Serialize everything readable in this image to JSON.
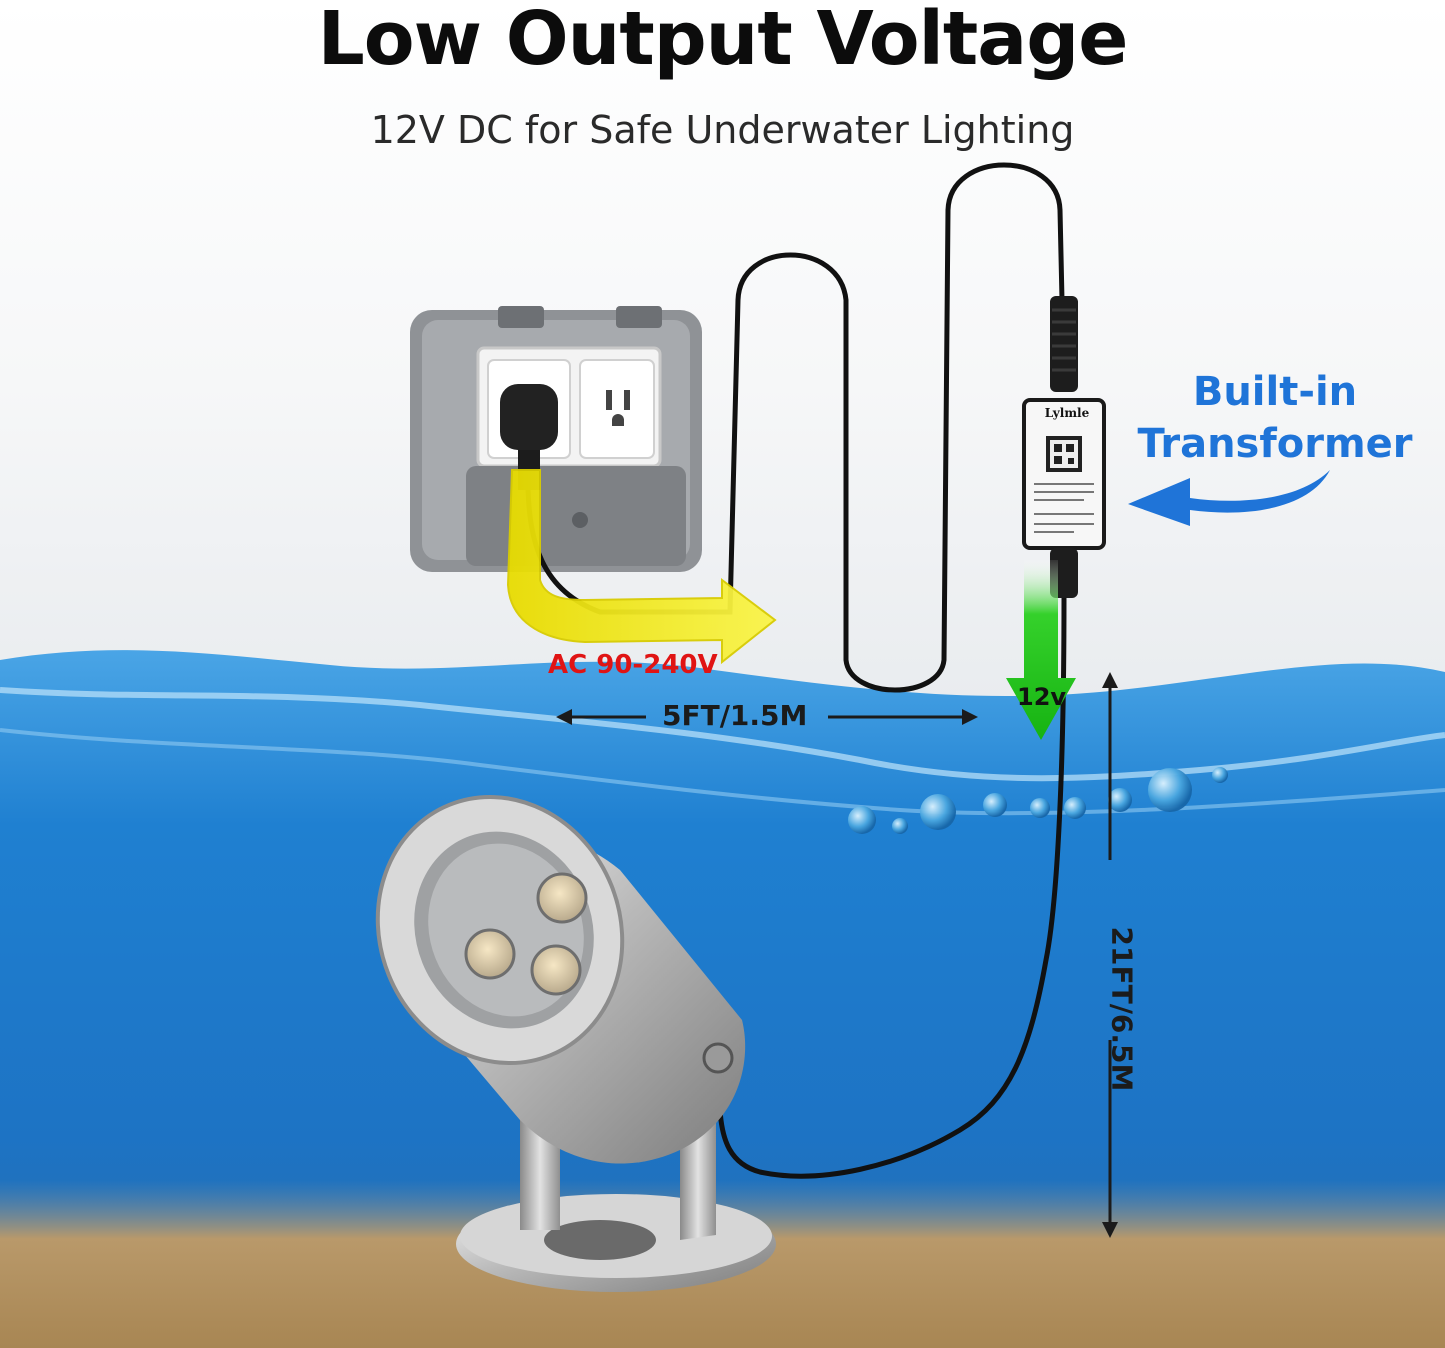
{
  "header": {
    "title": "Low Output Voltage",
    "subtitle": "12V DC for Safe Underwater Lighting"
  },
  "labels": {
    "built_in_line1": "Built-in",
    "built_in_line2": "Transformer",
    "ac_voltage": "AC 90-240V",
    "cable_length_top": "5FT/1.5M",
    "output_voltage": "12v",
    "cable_length_side": "21FT/6.5M",
    "brand": "Lylmle"
  },
  "colors": {
    "built_in_text": "#1f74d8",
    "ac_text": "#e01414",
    "ac_arrow": "#f2f000",
    "dc_arrow": "#22c21c",
    "water": "#1f7fd0",
    "sand": "#b8955e"
  }
}
